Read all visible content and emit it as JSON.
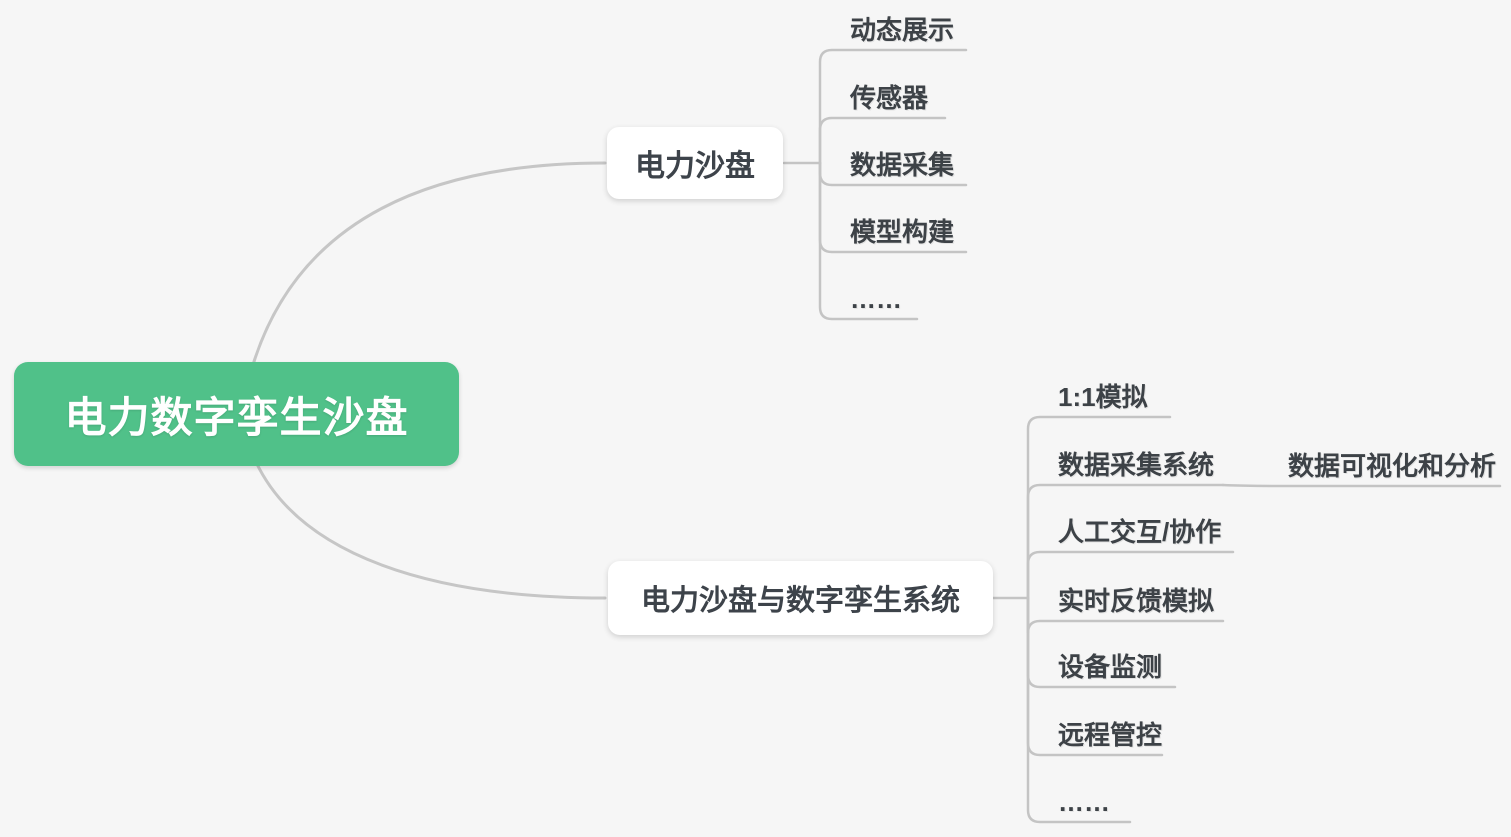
{
  "mindmap": {
    "root": {
      "label": "电力数字孪生沙盘"
    },
    "branches": [
      {
        "label": "电力沙盘",
        "children": [
          {
            "label": "动态展示"
          },
          {
            "label": "传感器"
          },
          {
            "label": "数据采集"
          },
          {
            "label": "模型构建"
          },
          {
            "label": "……"
          }
        ]
      },
      {
        "label": "电力沙盘与数字孪生系统",
        "children": [
          {
            "label": "1:1模拟"
          },
          {
            "label": "数据采集系统",
            "children": [
              {
                "label": "数据可视化和分析"
              }
            ]
          },
          {
            "label": "人工交互/协作"
          },
          {
            "label": "实时反馈模拟"
          },
          {
            "label": "设备监测"
          },
          {
            "label": "远程管控"
          },
          {
            "label": "……"
          }
        ]
      }
    ]
  },
  "colors": {
    "background": "#F6F6F6",
    "root_bg": "#50C189",
    "root_text": "#FFFFFF",
    "node_bg": "#FFFFFF",
    "topic_text": "#3D4247",
    "line": "#C6C6C6"
  }
}
